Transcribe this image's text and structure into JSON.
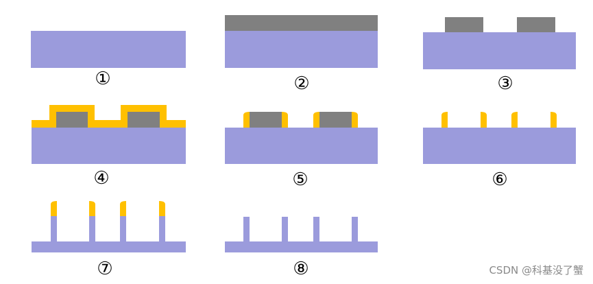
{
  "colors": {
    "substrate": "#9b9bdc",
    "mask": "#808080",
    "spacer": "#ffc000"
  },
  "steps": [
    {
      "label": "①"
    },
    {
      "label": "②"
    },
    {
      "label": "③"
    },
    {
      "label": "④"
    },
    {
      "label": "⑤"
    },
    {
      "label": "⑥"
    },
    {
      "label": "⑦"
    },
    {
      "label": "⑧"
    }
  ],
  "watermark": "CSDN @科基没了蟹"
}
